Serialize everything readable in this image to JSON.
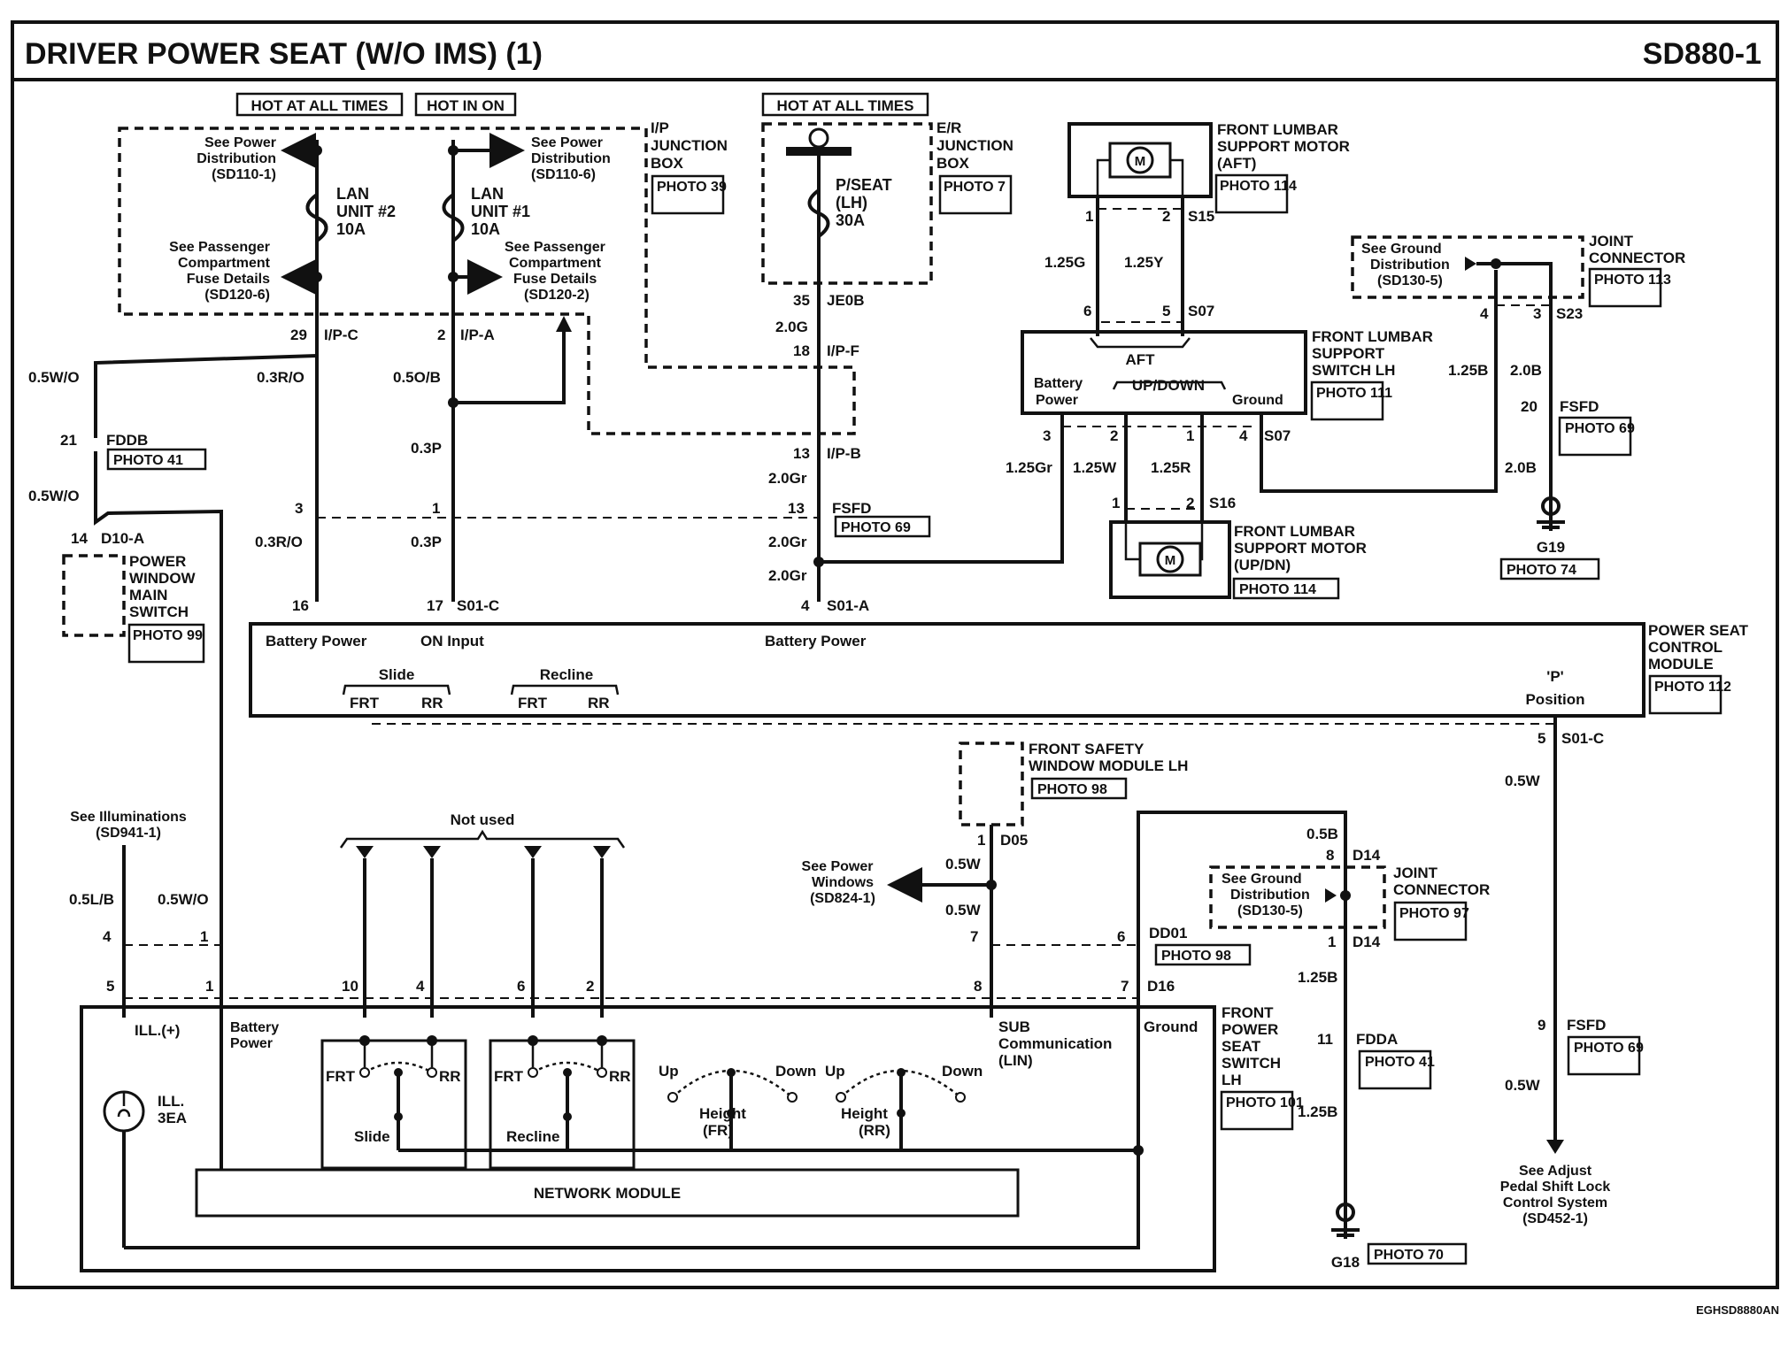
{
  "title": "DRIVER POWER SEAT (W/O IMS) (1)",
  "page_id": "SD880-1",
  "footer_code": "EGHSD8880AN",
  "photo_labels": [
    "PHOTO 39",
    "PHOTO 7",
    "PHOTO 114",
    "PHOTO 113",
    "PHOTO 41",
    "PHOTO 111",
    "PHOTO 69",
    "PHOTO 99",
    "PHOTO 69",
    "PHOTO 114",
    "PHOTO 74",
    "PHOTO 112",
    "PHOTO 98",
    "PHOTO 98",
    "PHOTO 97",
    "PHOTO 41",
    "PHOTO 69",
    "PHOTO 101",
    "PHOTO 70"
  ],
  "texts": {
    "hot_all_times_1": "HOT AT ALL TIMES",
    "hot_in_on": "HOT IN ON",
    "hot_all_times_2": "HOT AT ALL TIMES",
    "see_pd_1a": "See Power",
    "see_pd_1b": "Distribution",
    "see_pd_1c": "(SD110-1)",
    "see_pd_6a": "See Power",
    "see_pd_6b": "Distribution",
    "see_pd_6c": "(SD110-6)",
    "lan2_a": "LAN",
    "lan2_b": "UNIT #2",
    "lan2_c": "10A",
    "lan1_a": "LAN",
    "lan1_b": "UNIT #1",
    "lan1_c": "10A",
    "pass_6a": "See Passenger",
    "pass_6b": "Compartment",
    "pass_6c": "Fuse Details",
    "pass_6d": "(SD120-6)",
    "pass_2a": "See Passenger",
    "pass_2b": "Compartment",
    "pass_2c": "Fuse Details",
    "pass_2d": "(SD120-2)",
    "ip_jb_a": "I/P",
    "ip_jb_b": "JUNCTION",
    "ip_jb_c": "BOX",
    "er_jb_a": "E/R",
    "er_jb_b": "JUNCTION",
    "er_jb_c": "BOX",
    "pseat_a": "P/SEAT",
    "pseat_b": "(LH)",
    "pseat_c": "30A",
    "je0b": "JE0B",
    "n35": "35",
    "w20g": "2.0G",
    "n18": "18",
    "ipf": "I/P-F",
    "n13a": "13",
    "ipb": "I/P-B",
    "w20gr_a": "2.0Gr",
    "n13b": "13",
    "fsfd_a": "FSFD",
    "w20gr_b": "2.0Gr",
    "w20gr_c": "2.0Gr",
    "n4a": "4",
    "s01a": "S01-A",
    "n29": "29",
    "ipc": "I/P-C",
    "n2a": "2",
    "ipa": "I/P-A",
    "w05wo_a": "0.5W/O",
    "w03ro_a": "0.3R/O",
    "w05ob": "0.5O/B",
    "n21": "21",
    "fddb": "FDDB",
    "w03p_a": "0.3P",
    "w05wo_b": "0.5W/O",
    "n3": "3",
    "n1a": "1",
    "n14": "14",
    "d10a": "D10-A",
    "w03ro_b": "0.3R/O",
    "w03p_b": "0.3P",
    "pwms_a": "POWER",
    "pwms_b": "WINDOW",
    "pwms_c": "MAIN",
    "pwms_d": "SWITCH",
    "n16": "16",
    "n17": "17",
    "s01c_a": "S01-C",
    "bat_pwr_1": "Battery Power",
    "on_input": "ON Input",
    "bat_pwr_2": "Battery Power",
    "slide": "Slide",
    "frt_1": "FRT",
    "rr_1": "RR",
    "recline": "Recline",
    "frt_2": "FRT",
    "rr_2": "RR",
    "p_pos_a": "'P'",
    "p_pos_b": "Position",
    "pscm_a": "POWER SEAT",
    "pscm_b": "CONTROL",
    "pscm_c": "MODULE",
    "flsm_a": "FRONT LUMBAR",
    "flsm_b": "SUPPORT MOTOR",
    "flsm_c": "(AFT)",
    "n1b": "1",
    "n2b": "2",
    "s15": "S15",
    "w125g": "1.25G",
    "w125y": "1.25Y",
    "n6": "6",
    "n5a": "5",
    "s07a": "S07",
    "aft": "AFT",
    "updown": "UP/DOWN",
    "batt_a": "Battery",
    "batt_b": "Power",
    "ground_1": "Ground",
    "flss_a": "FRONT LUMBAR",
    "flss_b": "SUPPORT",
    "flss_c": "SWITCH LH",
    "n3b": "3",
    "n2c": "2",
    "n1c": "1",
    "n4b": "4",
    "s07b": "S07",
    "w125gr": "1.25Gr",
    "w125w": "1.25W",
    "w125r": "1.25R",
    "n1d": "1",
    "n2d": "2",
    "s16": "S16",
    "flsu_a": "FRONT LUMBAR",
    "flsu_b": "SUPPORT MOTOR",
    "flsu_c": "(UP/DN)",
    "sgd_1a": "See Ground",
    "sgd_1b": "Distribution",
    "sgd_1c": "(SD130-5)",
    "jc_1a": "JOINT",
    "jc_1b": "CONNECTOR",
    "n4c": "4",
    "n3c": "3",
    "s23": "S23",
    "w125b_a": "1.25B",
    "w20b_a": "2.0B",
    "n20": "20",
    "fsfd_b": "FSFD",
    "w20b_b": "2.0B",
    "g19": "G19",
    "n5b": "5",
    "s01c_b": "S01-C",
    "w05w_a": "0.5W",
    "fswm_a": "FRONT SAFETY",
    "fswm_b": "WINDOW MODULE LH",
    "n1e": "1",
    "d05": "D05",
    "see_pw_a": "See Power",
    "see_pw_b": "Windows",
    "see_pw_c": "(SD824-1)",
    "w05w_b": "0.5W",
    "w05w_c": "0.5W",
    "w05b": "0.5B",
    "n8a": "8",
    "d14a": "D14",
    "sgd_2a": "See Ground",
    "sgd_2b": "Distribution",
    "sgd_2c": "(SD130-5)",
    "jc_2a": "JOINT",
    "jc_2b": "CONNECTOR",
    "n1f": "1",
    "d14b": "D14",
    "w125b_b": "1.25B",
    "n11": "11",
    "fdda": "FDDA",
    "w125b_c": "1.25B",
    "g18": "G18",
    "n9": "9",
    "fsfd_c": "FSFD",
    "w05w_d": "0.5W",
    "adj_a": "See Adjust",
    "adj_b": "Pedal Shift Lock",
    "adj_c": "Control System",
    "adj_d": "(SD452-1)",
    "see_ill_a": "See Illuminations",
    "see_ill_b": "(SD941-1)",
    "w05lb": "0.5L/B",
    "w05wo_c": "0.5W/O",
    "n4d": "4",
    "n1g": "1",
    "not_used": "Not used",
    "n7a": "7",
    "n6b": "6",
    "dd01": "DD01",
    "n5c": "5",
    "n1h": "1",
    "n10": "10",
    "n4e": "4",
    "n6c": "6",
    "n2e": "2",
    "n8b": "8",
    "n7b": "7",
    "d16": "D16",
    "ill_plus": "ILL.(+)",
    "bp_a": "Battery",
    "bp_b": "Power",
    "ill_a": "ILL.",
    "ill_b": "3EA",
    "frt_3": "FRT",
    "rr_3": "RR",
    "slide_2": "Slide",
    "frt_4": "FRT",
    "rr_4": "RR",
    "recline_2": "Recline",
    "up_1": "Up",
    "down_1": "Down",
    "up_2": "Up",
    "down_2": "Down",
    "hfr_a": "Height",
    "hfr_b": "(FR)",
    "hrr_a": "Height",
    "hrr_b": "(RR)",
    "sub_a": "SUB",
    "sub_b": "Communication",
    "sub_c": "(LIN)",
    "ground_2": "Ground",
    "network_module": "NETWORK  MODULE",
    "fpss_a": "FRONT",
    "fpss_b": "POWER",
    "fpss_c": "SEAT",
    "fpss_d": "SWITCH",
    "fpss_e": "LH"
  }
}
